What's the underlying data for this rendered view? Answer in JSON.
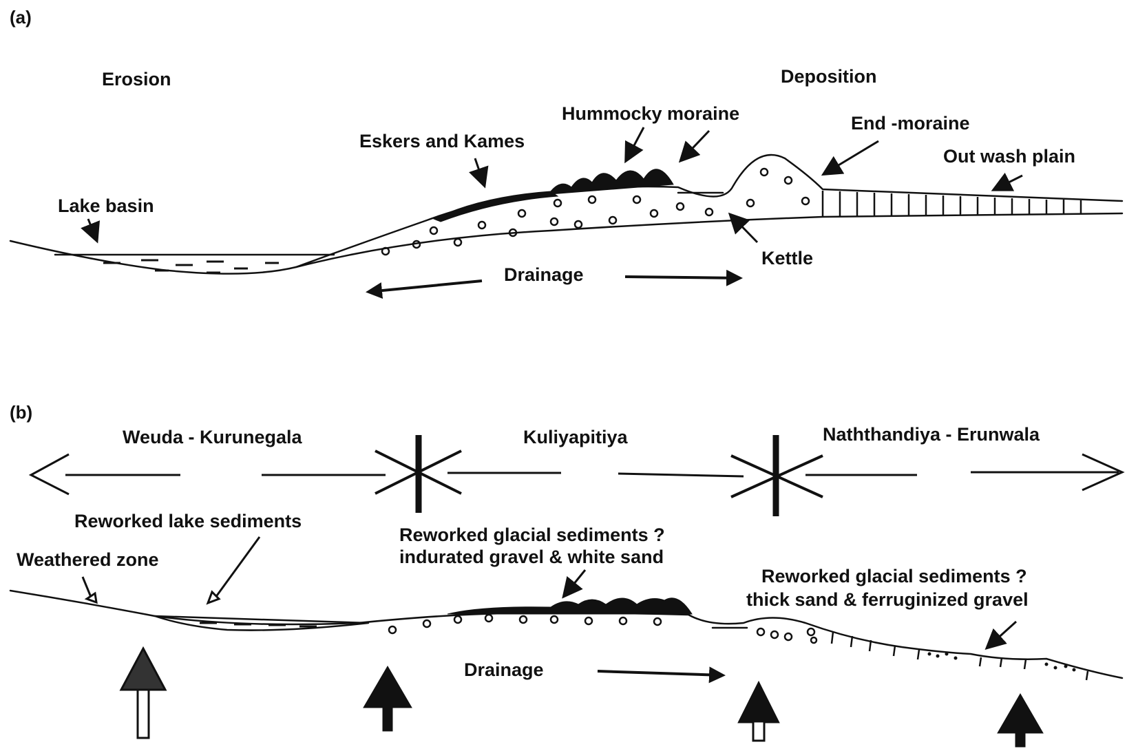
{
  "panel_a": {
    "label": "(a)",
    "erosion": "Erosion",
    "deposition": "Deposition",
    "lake_basin": "Lake basin",
    "eskers_kames": "Eskers and Kames",
    "hummocky_moraine": "Hummocky moraine",
    "end_moraine": "End -moraine",
    "outwash_plain": "Out wash plain",
    "kettle": "Kettle",
    "drainage": "Drainage"
  },
  "panel_b": {
    "label": "(b)",
    "region_left": "Weuda - Kurunegala",
    "region_middle": "Kuliyapitiya",
    "region_right": "Naththandiya - Erunwala",
    "reworked_lake": "Reworked lake sediments",
    "weathered_zone": "Weathered zone",
    "glacial_mid_line1": "Reworked glacial sediments ?",
    "glacial_mid_line2": "indurated gravel & white sand",
    "glacial_right_line1": "Reworked glacial sediments ?",
    "glacial_right_line2": "thick sand & ferruginized  gravel",
    "drainage": "Drainage"
  }
}
